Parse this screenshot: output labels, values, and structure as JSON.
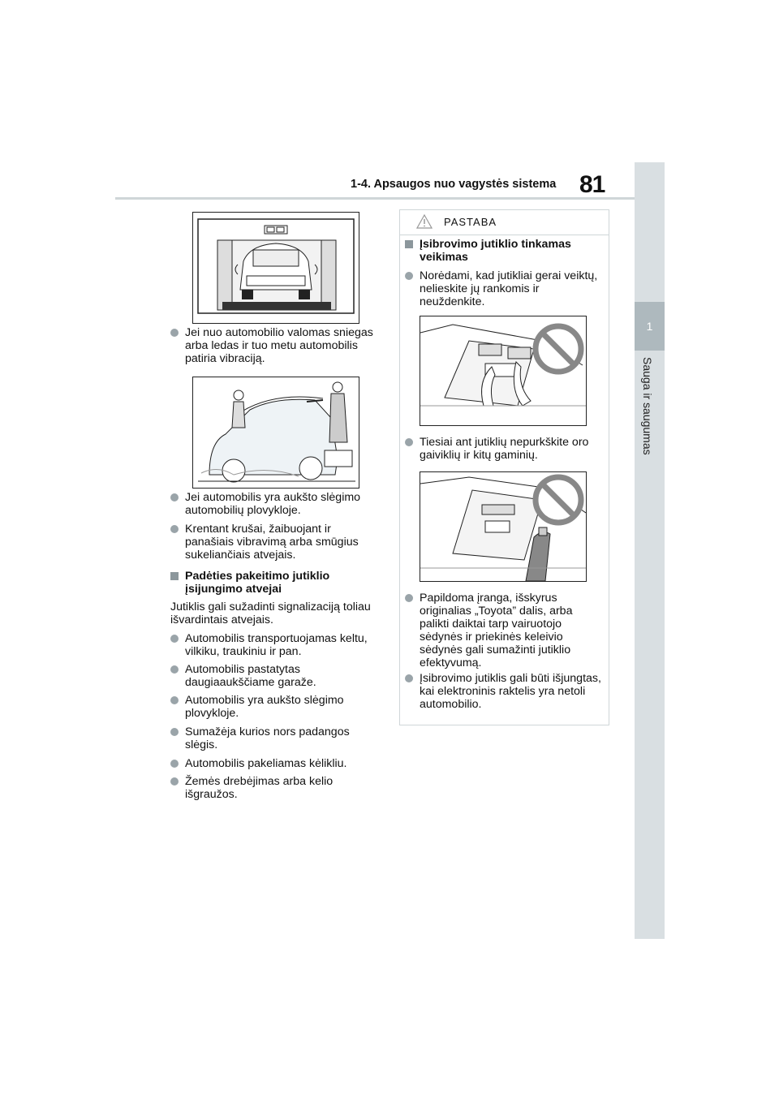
{
  "header": {
    "section_title": "1-4. Apsaugos nuo vagystės sistema",
    "page_number": "81"
  },
  "side_tab": {
    "chapter_number": "1",
    "chapter_title": "Sauga ir saugumas"
  },
  "left_column": {
    "bullet_1": "Jei nuo automobilio valomas sniegas arba ledas ir tuo metu automobilis patiria vibraciją.",
    "bullet_2": "Jei automobilis yra aukšto slėgimo automobilių plovykloje.",
    "bullet_3": "Krentant krušai, žaibuojant ir panašiais vibravimą arba smūgius sukeliančiais atvejais.",
    "heading": "Padėties pakeitimo jutiklio įsijungimo atvejai",
    "intro": "Jutiklis gali sužadinti signalizaciją toliau išvardintais atvejais.",
    "bullet_4": "Automobilis transportuojamas keltu, vilkiku, traukiniu ir pan.",
    "bullet_5": "Automobilis pastatytas daugiaaukščiame garaže.",
    "bullet_6": "Automobilis yra aukšto slėgimo plovykloje.",
    "bullet_7": "Sumažėja kurios nors padangos slėgis.",
    "bullet_8": "Automobilis pakeliamas kėlikliu.",
    "bullet_9": "Žemės drebėjimas arba kelio išgraužos."
  },
  "note": {
    "label": "PASTABA",
    "heading": "Įsibrovimo jutiklio tinkamas veikimas",
    "bullet_1": "Norėdami, kad jutikliai gerai veiktų, nelieskite jų rankomis ir neuždenkite.",
    "bullet_2": "Tiesiai ant jutiklių nepurkškite oro gaiviklių ir kitų gaminių.",
    "bullet_3": "Papildoma įranga, išskyrus originalias „Toyota” dalis, arba palikti daiktai tarp vairuotojo sėdynės ir priekinės keleivio sėdynės gali sumažinti jutiklio efektyvumą.",
    "bullet_4": "Įsibrovimo jutiklis gali būti išjungtas, kai elektroninis raktelis yra netoli automobilio."
  },
  "icons": {
    "bullet": "grey-round-bullet",
    "section_marker": "grey-square-marker",
    "warning": "warning-triangle-icon",
    "prohibited": "prohibition-sign-icon"
  },
  "colors": {
    "accent_grey": "#9aa4a9",
    "tab_light": "#d9dfe2",
    "tab_dark": "#aeb9be"
  }
}
